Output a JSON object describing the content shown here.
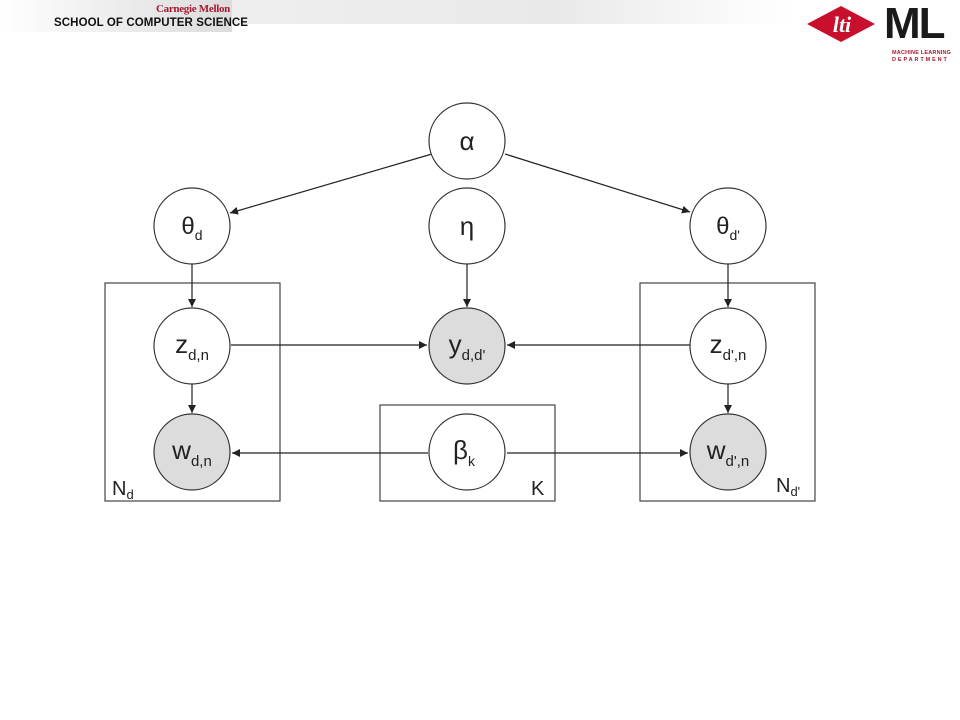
{
  "header": {
    "university": "Carnegie Mellon",
    "school": "SCHOOL OF COMPUTER SCIENCE"
  },
  "logos": {
    "lti": {
      "text": "lti",
      "color": "#c8102e"
    },
    "ml": {
      "text": "ML",
      "line1": "MACHINE LEARNING",
      "line2": "DEPARTMENT",
      "accent": "#a6192e"
    }
  },
  "diagram": {
    "nodes": {
      "alpha": {
        "symbol": "α",
        "subscript": "",
        "observed": false
      },
      "theta_d": {
        "symbol": "θ",
        "subscript": "d",
        "observed": false
      },
      "eta": {
        "symbol": "η",
        "subscript": "",
        "observed": false
      },
      "theta_dp": {
        "symbol": "θ",
        "subscript": "d'",
        "observed": false
      },
      "z_d": {
        "symbol": "z",
        "subscript": "d,n",
        "observed": false
      },
      "y": {
        "symbol": "y",
        "subscript": "d,d'",
        "observed": true
      },
      "z_dp": {
        "symbol": "z",
        "subscript": "d',n",
        "observed": false
      },
      "w_d": {
        "symbol": "w",
        "subscript": "d,n",
        "observed": true
      },
      "beta": {
        "symbol": "β",
        "subscript": "k",
        "observed": false
      },
      "w_dp": {
        "symbol": "w",
        "subscript": "d',n",
        "observed": true
      }
    },
    "plates": {
      "left": {
        "symbol": "N",
        "subscript": "d"
      },
      "middle": {
        "symbol": "K",
        "subscript": ""
      },
      "right": {
        "symbol": "N",
        "subscript": "d'"
      }
    },
    "observed_fill": "#dcdcdc",
    "latent_fill": "#ffffff"
  }
}
